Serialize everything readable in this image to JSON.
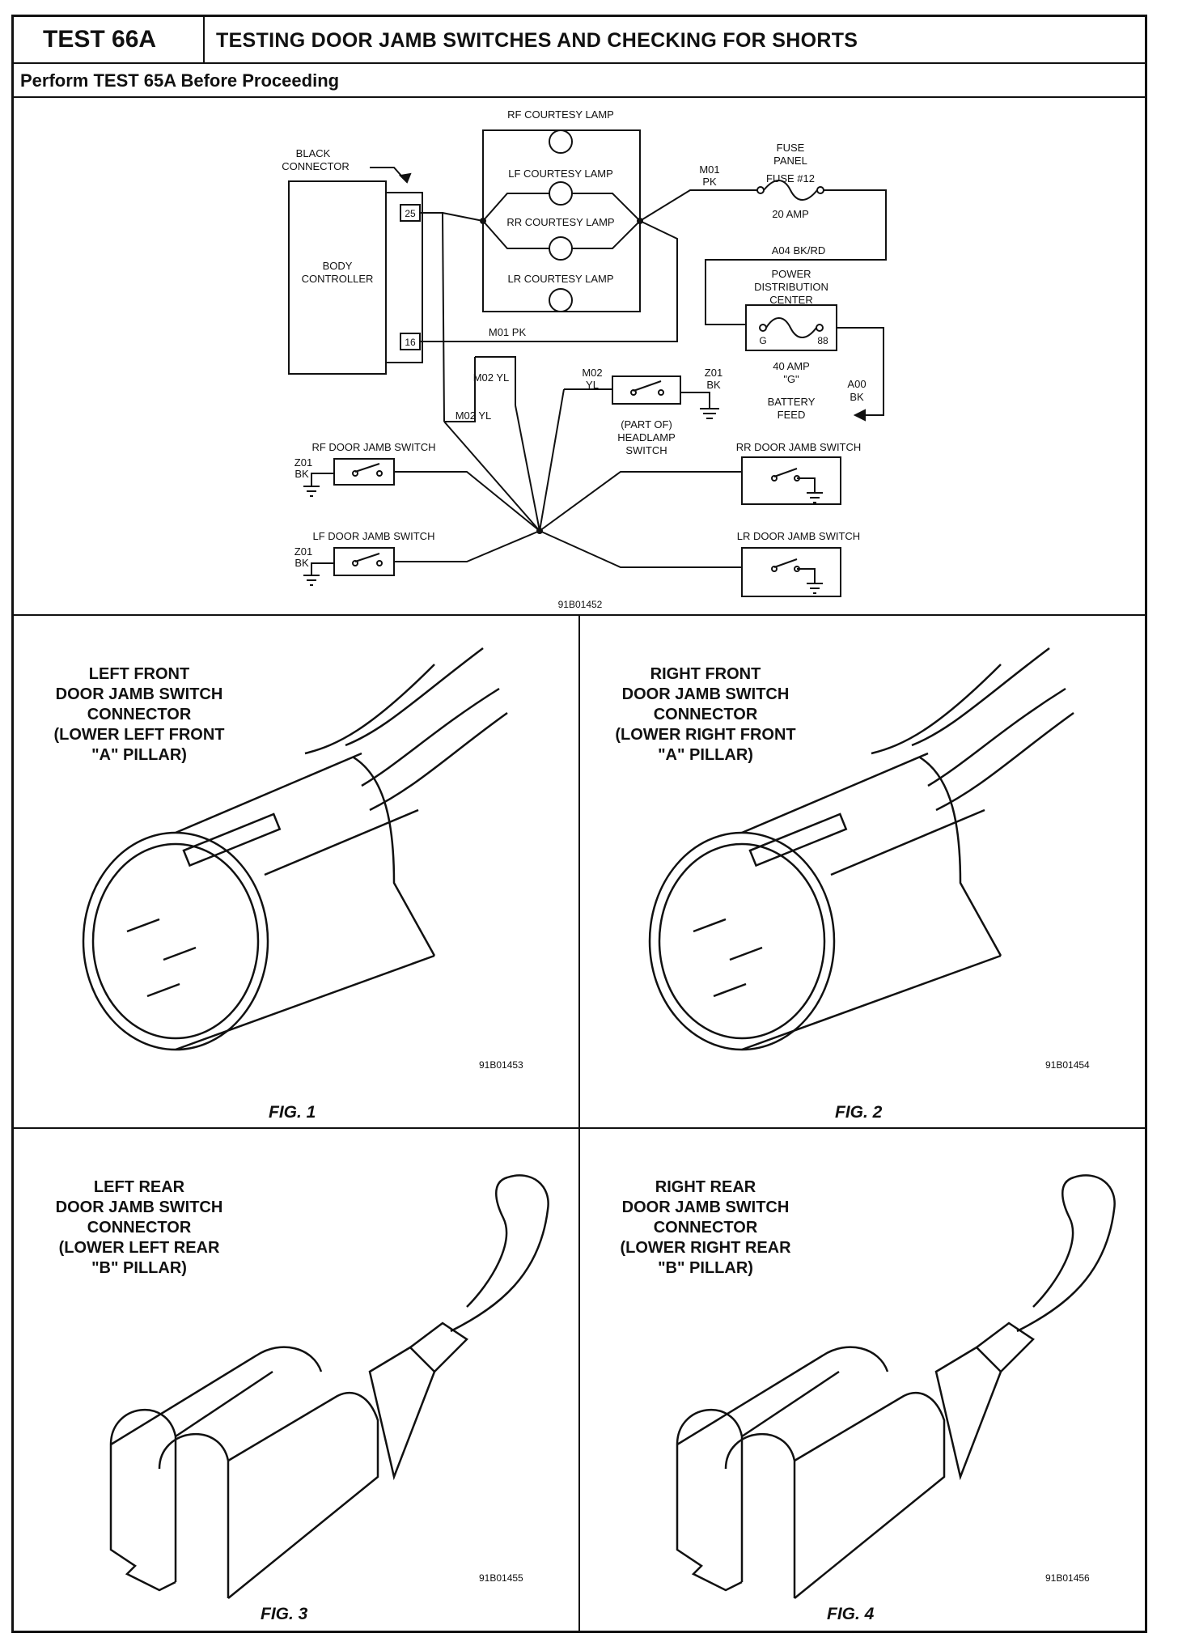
{
  "header": {
    "test_id": "TEST 66A",
    "title": "TESTING DOOR JAMB SWITCHES AND CHECKING FOR SHORTS",
    "subtitle": "Perform TEST 65A Before Proceeding"
  },
  "schematic": {
    "figure_id": "91B01452",
    "labels": {
      "black_connector": "BLACK CONNECTOR",
      "body_controller": "BODY CONTROLLER",
      "pin_25": "25",
      "pin_16": "16",
      "rf_lamp": "RF  COURTESY  LAMP",
      "lf_lamp": "LF  COURTESY  LAMP",
      "rr_lamp": "RR  COURTESY  LAMP",
      "lr_lamp": "LR  COURTESY  LAMP",
      "m01_pk_top": "M01 PK",
      "m01_pk_bottom": "M01  PK",
      "fuse_panel": "FUSE PANEL",
      "fuse_12": "FUSE  #12",
      "fuse_amp": "20  AMP",
      "a04": "A04  BK/RD",
      "pdc": "POWER DISTRIBUTION CENTER",
      "pdc_g": "G",
      "pdc_88": "88",
      "pdc_amp": "40  AMP",
      "pdc_g_quote": "\"G\"",
      "battery_feed": "BATTERY FEED",
      "a00": "A00 BK",
      "m02_yl_a": "M02  YL",
      "m02_yl_b": "M02  YL",
      "m02_yl_c": "M02 YL",
      "z01_bk_hl": "Z01 BK",
      "headlamp_switch": "(PART OF) HEADLAMP SWITCH",
      "rf_switch": "RF  DOOR  JAMB  SWITCH",
      "lf_switch": "LF  DOOR  JAMB  SWITCH",
      "rr_switch": "RR  DOOR  JAMB  SWITCH",
      "lr_switch": "LR  DOOR  JAMB  SWITCH",
      "z01_bk_rf": "Z01 BK",
      "z01_bk_lf": "Z01 BK"
    }
  },
  "figures": [
    {
      "label": "LEFT FRONT\nDOOR JAMB SWITCH\nCONNECTOR\n(LOWER LEFT FRONT\n\"A\" PILLAR)",
      "figure_id": "91B01453",
      "caption": "FIG. 1"
    },
    {
      "label": "RIGHT FRONT\nDOOR JAMB SWITCH\nCONNECTOR\n(LOWER RIGHT FRONT\n\"A\" PILLAR)",
      "figure_id": "91B01454",
      "caption": "FIG. 2"
    },
    {
      "label": "LEFT REAR\nDOOR JAMB SWITCH\nCONNECTOR\n(LOWER LEFT REAR\n\"B\" PILLAR)",
      "figure_id": "91B01455",
      "caption": "FIG. 3"
    },
    {
      "label": "RIGHT REAR\nDOOR JAMB SWITCH\nCONNECTOR\n(LOWER RIGHT REAR\n\"B\" PILLAR)",
      "figure_id": "91B01456",
      "caption": "FIG. 4"
    }
  ]
}
